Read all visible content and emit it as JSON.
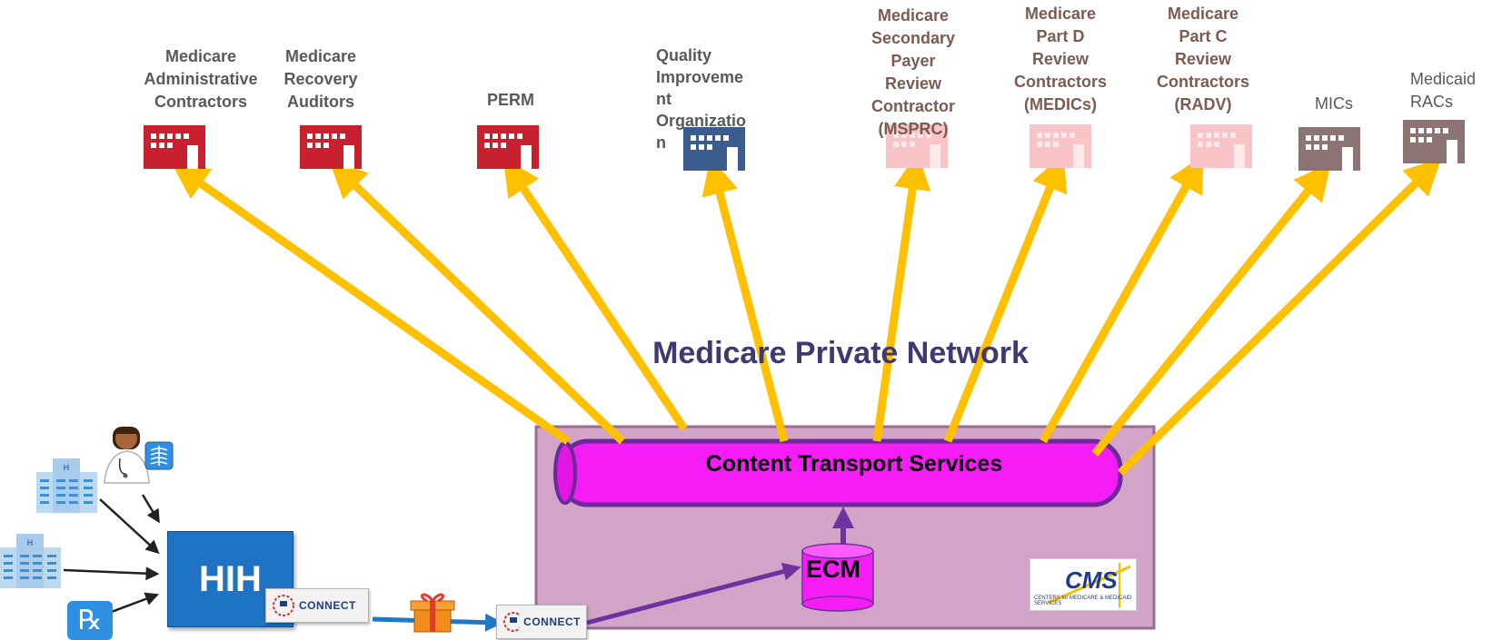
{
  "entities": [
    {
      "name": "Medicare Administrative Contractors",
      "lines": [
        "Medicare",
        "Administrative",
        "Contractors"
      ]
    },
    {
      "name": "Medicare Recovery Auditors",
      "lines": [
        "Medicare",
        "Recovery",
        "Auditors"
      ]
    },
    {
      "name": "PERM",
      "lines": [
        "PERM"
      ]
    },
    {
      "name": "Quality Improvement Organization",
      "lines": [
        "Quality",
        "Improveme",
        "nt",
        "Organizatio",
        "n"
      ]
    },
    {
      "name": "Medicare Secondary Payer Review Contractor (MSPRC)",
      "lines": [
        "Medicare",
        "Secondary",
        "Payer",
        "Review",
        "Contractor",
        "(MSPRC)"
      ]
    },
    {
      "name": "Medicare Part D Review Contractors (MEDICs)",
      "lines": [
        "Medicare",
        "Part D",
        "Review",
        "Contractors",
        "(MEDICs)"
      ]
    },
    {
      "name": "Medicare Part C Review Contractors (RADV)",
      "lines": [
        "Medicare",
        "Part C",
        "Review",
        "Contractors",
        "(RADV)"
      ]
    },
    {
      "name": "MICs",
      "lines": [
        "MICs"
      ]
    },
    {
      "name": "Medicaid RACs",
      "lines": [
        "Medicaid",
        "RACs"
      ]
    }
  ],
  "network_title": "Medicare Private Network",
  "pipe_label": "Content Transport Services",
  "ecm_label": "ECM",
  "hih_label": "HIH",
  "connect_label": "CONNECT",
  "cms_logo_text": "CMS",
  "cms_logo_tagline": "CENTERS for MEDICARE & MEDICAID SERVICES",
  "rx_symbol": "℞",
  "colors": {
    "arrow": "#ffc000",
    "building_red": "#c8202f",
    "building_blue": "#3a5d8e",
    "building_pink": "#f8c4c8",
    "building_taupe": "#8d7474",
    "network_box": "#d2a4c7",
    "pipe": "#f51cf5",
    "pipe_border": "#6a2a9a",
    "flow_arrow": "#7030a0",
    "connect_arrow": "#1f77c8",
    "hih": "#1e73c4"
  }
}
